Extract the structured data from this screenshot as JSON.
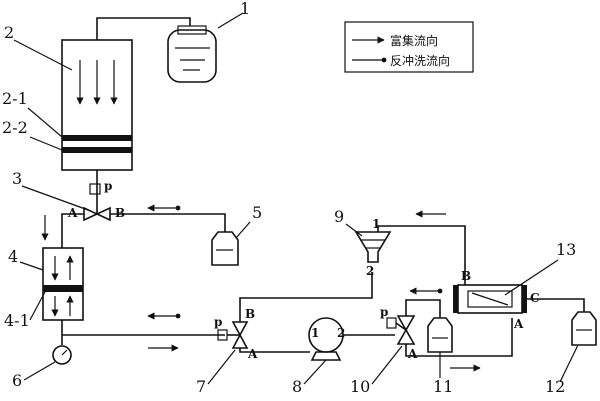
{
  "legend": {
    "enrich_flow": "富集流向",
    "backwash_flow": "反冲洗流向"
  },
  "labels": {
    "l1": "1",
    "l2": "2",
    "l2_1": "2-1",
    "l2_2": "2-2",
    "l3": "3",
    "l4": "4",
    "l4_1": "4-1",
    "l5": "5",
    "l6": "6",
    "l7": "7",
    "l8": "8",
    "l9": "9",
    "l10": "10",
    "l11": "11",
    "l12": "12",
    "l13": "13"
  },
  "ports": {
    "v3_p": "p",
    "v3_a": "A",
    "v3_b": "B",
    "v7_p": "p",
    "v7_b": "B",
    "v7_a": "A",
    "pump_1": "1",
    "pump_2": "2",
    "v10_p": "p",
    "v10_a": "A",
    "funnel_1": "1",
    "funnel_2": "2",
    "m13_b": "B",
    "m13_c": "C",
    "m13_a": "A"
  }
}
